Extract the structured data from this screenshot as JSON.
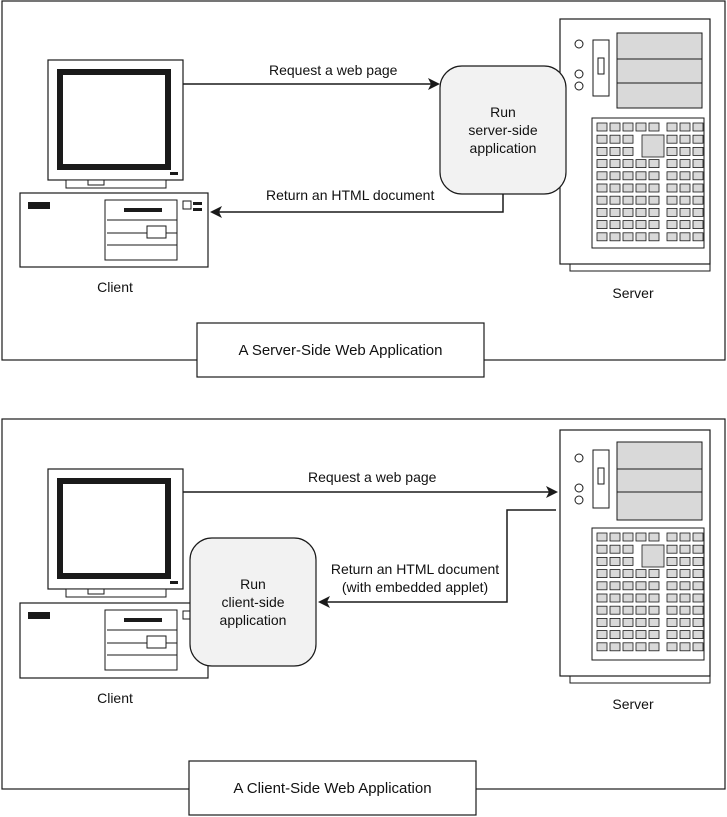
{
  "colors": {
    "line": "#1a1a1a",
    "bubble_fill": "#f2f2f2",
    "server_panel": "#d9d9d9"
  },
  "icons": [
    "client-computer-icon",
    "server-tower-icon",
    "arrow-icon"
  ],
  "top_diagram": {
    "request_label": "Request a web page",
    "return_label": "Return an HTML document",
    "bubble_lines": [
      "Run",
      "server-side",
      "application"
    ],
    "client_label": "Client",
    "server_label": "Server",
    "caption": "A Server-Side Web Application"
  },
  "bottom_diagram": {
    "request_label": "Request a web page",
    "return_lines": [
      "Return an HTML document",
      "(with embedded applet)"
    ],
    "bubble_lines": [
      "Run",
      "client-side",
      "application"
    ],
    "client_label": "Client",
    "server_label": "Server",
    "caption": "A Client-Side Web Application"
  }
}
